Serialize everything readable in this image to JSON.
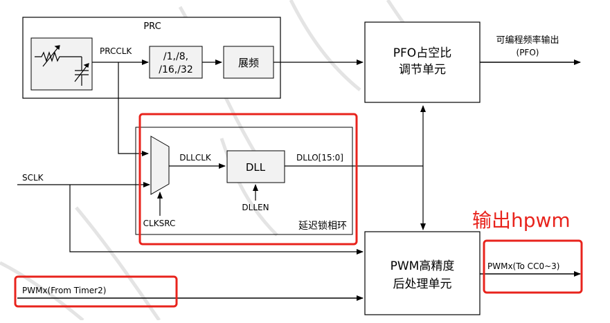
{
  "blocks": {
    "prc": "PRC",
    "divider": {
      "line1": "/1,/8,",
      "line2": "/16,/32"
    },
    "spread": "展频",
    "pfo": {
      "line1": "PFO占空比",
      "line2": "调节单元"
    },
    "dll": "DLL",
    "dll_group": "延迟锁相环",
    "pwm": {
      "line1": "PWM高精度",
      "line2": "后处理单元"
    }
  },
  "signals": {
    "prcclk": "PRCCLK",
    "dllclk": "DLLCLK",
    "dllo": "DLLO[15:0]",
    "sclk": "SCLK",
    "clksrc": "CLKSRC",
    "dllen": "DLLEN",
    "pwmx_in": "PWMx(From Timer2)",
    "pwmx_out": "PWMx(To CC0~3)",
    "pfo_out_line1": "可编程频率输出",
    "pfo_out_line2": "(PFO)"
  },
  "annotations": {
    "output_label": "输出hpwm"
  },
  "colors": {
    "stroke": "#000000",
    "block_fill": "#f2f2f2",
    "highlight": "#e8231c",
    "watermark": "#d0d0d0"
  }
}
